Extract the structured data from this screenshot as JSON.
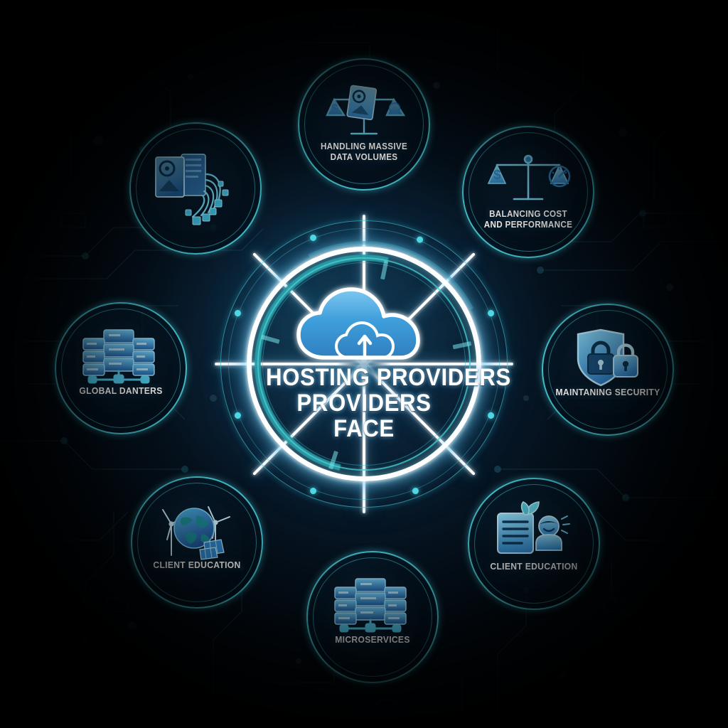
{
  "meta": {
    "style_note": "dark tech circuit-board infographic, neon cyan and white",
    "colors": {
      "background_deep": "#000003",
      "background_navy": "#071726",
      "accent_cyan": "#4bd2de",
      "accent_teal_dark": "#28969e",
      "icon_blue": "#3fa9e8",
      "icon_blue_light": "#7fd4f5",
      "white": "#ffffff"
    }
  },
  "center": {
    "icon": "cloud-upload-icon",
    "title_lines": [
      "HOSTING PROVIDERS",
      "PROVIDERS",
      "FACE"
    ],
    "line1": "HOSTING PROVIDERS",
    "line2": "PROVIDERS",
    "line3": "FACE"
  },
  "nodes": [
    {
      "id": "handling-massive-data-volumes",
      "label_lines": [
        "HANDLING MASSIVE",
        "DATA VOLUMES"
      ],
      "line1": "HANDLING MASSIVE",
      "line2": "DATA VOLUMES",
      "icon": "scales-harddrive-icon",
      "angle_deg": -90,
      "position": "top"
    },
    {
      "id": "balancing-cost-and-performance",
      "label_lines": [
        "BALANCING COST",
        "AND PERFORMANCE"
      ],
      "line1": "BALANCING COST",
      "line2": "AND PERFORMANCE",
      "icon": "scales-dollar-speedometer-icon",
      "angle_deg": -45,
      "position": "top-right"
    },
    {
      "id": "maintaining-security",
      "label_lines": [
        "MAINTANING SECURITY"
      ],
      "line1": "MAINTANING SECURITY",
      "line2": "",
      "icon": "shield-padlock-icon",
      "angle_deg": 0,
      "position": "right"
    },
    {
      "id": "client-education-right",
      "label_lines": [
        "CLIENT EDUCATION"
      ],
      "line1": "CLIENT EDUCATION",
      "line2": "",
      "icon": "document-leaf-person-icon",
      "angle_deg": 45,
      "position": "bottom-right"
    },
    {
      "id": "microservices",
      "label_lines": [
        "MICROSERVICES"
      ],
      "line1": "MICROSERVICES",
      "line2": "",
      "icon": "server-rack-network-icon",
      "angle_deg": 90,
      "position": "bottom"
    },
    {
      "id": "client-education-left",
      "label_lines": [
        "CLIENT EDUCATION"
      ],
      "line1": "CLIENT EDUCATION",
      "line2": "",
      "icon": "globe-windturbine-solar-icon",
      "angle_deg": 135,
      "position": "bottom-left"
    },
    {
      "id": "global-data-centers",
      "label_lines": [
        "GLOBAL DANTERS"
      ],
      "line1": "GLOBAL DANTERS",
      "line2": "",
      "icon": "server-rack-network-icon",
      "angle_deg": 180,
      "position": "left"
    },
    {
      "id": "storage-data-streams",
      "label_lines": [
        ""
      ],
      "line1": "",
      "line2": "",
      "icon": "harddrive-datastream-icon",
      "angle_deg": -135,
      "position": "top-left"
    }
  ]
}
